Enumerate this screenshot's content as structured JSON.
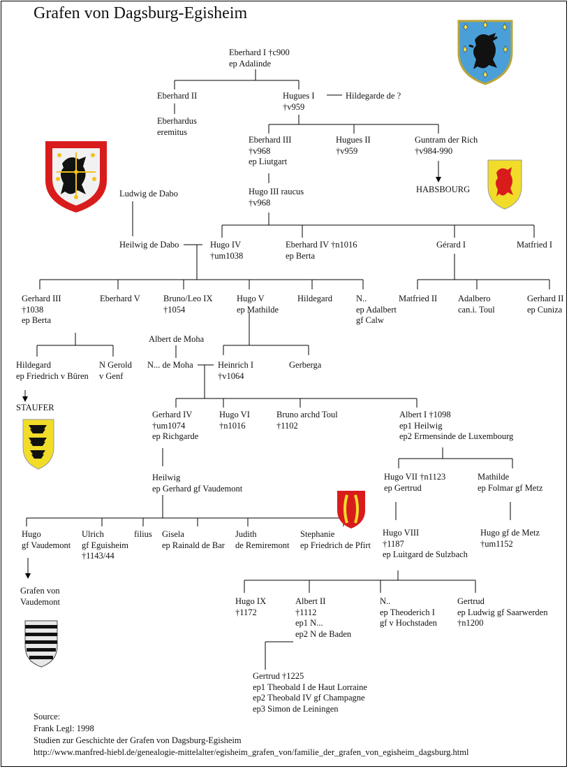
{
  "title": "Grafen von Dagsburg-Egisheim",
  "persons": {
    "eberhard1": [
      "Eberhard I †c900",
      "ep Adalinde"
    ],
    "eberhard2": [
      "Eberhard II"
    ],
    "eberhardus": [
      "Eberhardus",
      "eremitus"
    ],
    "hugues1": [
      "Hugues I",
      "†v959"
    ],
    "hildegarde": [
      "Hildegarde de ?"
    ],
    "eberhard3": [
      "Eberhard III",
      "†v968",
      "ep Liutgart"
    ],
    "hugues2": [
      "Hugues II",
      "†v959"
    ],
    "guntram": [
      "Guntram der Rich",
      "†v984-990"
    ],
    "habsbourg": [
      "HABSBOURG"
    ],
    "hugo3": [
      "Hugo III raucus",
      "†v968"
    ],
    "ludwig": [
      "Ludwig de Dabo"
    ],
    "heilwig_dabo": [
      "Heilwig de Dabo"
    ],
    "hugo4": [
      "Hugo IV",
      "†um1038"
    ],
    "eberhard4": [
      "Eberhard IV †n1016",
      "ep Berta"
    ],
    "gerard1": [
      "Gérard I"
    ],
    "matfried1": [
      "Matfried I"
    ],
    "gerhard3": [
      "Gerhard III",
      "†1038",
      "ep Berta"
    ],
    "eberhard5": [
      "Eberhard V"
    ],
    "bruno": [
      "Bruno/Leo IX",
      "†1054"
    ],
    "hugo5": [
      "Hugo V",
      "ep Mathilde"
    ],
    "hildegard": [
      "Hildegard"
    ],
    "n_adalbert": [
      "N..",
      "ep Adalbert",
      "gf Calw"
    ],
    "matfried2": [
      "Matfried II"
    ],
    "adalbero": [
      "Adalbero",
      "can.i. Toul"
    ],
    "gerhard2": [
      "Gerhard II",
      "ep Cuniza"
    ],
    "albert_moha": [
      "Albert de Moha"
    ],
    "n_moha": [
      "N... de Moha"
    ],
    "heinrich1": [
      "Heinrich I",
      "†v1064"
    ],
    "gerberga": [
      "Gerberga"
    ],
    "hildegard_buren": [
      "Hildegard",
      "ep Friedrich v Büren"
    ],
    "n_gerold": [
      "N Gerold",
      "v Genf"
    ],
    "staufer": [
      "STAUFER"
    ],
    "gerhard4": [
      "Gerhard IV",
      "†um1074",
      "ep Richgarde"
    ],
    "hugo6": [
      "Hugo VI",
      "†n1016"
    ],
    "bruno_archd": [
      "Bruno archd Toul",
      "†1102"
    ],
    "albert1": [
      "Albert I †1098",
      "ep1 Heilwig",
      "ep2 Ermensinde de Luxembourg"
    ],
    "heilwig": [
      "Heilwig",
      "ep Gerhard gf Vaudemont"
    ],
    "hugo7": [
      "Hugo VII †n1123",
      "ep Gertrud"
    ],
    "mathilde": [
      "Mathilde",
      "ep Folmar gf Metz"
    ],
    "hugo_vaud": [
      "Hugo",
      "gf Vaudemont"
    ],
    "ulrich": [
      "Ulrich",
      "gf Eguisheim",
      "†1143/44"
    ],
    "filius": [
      "filius"
    ],
    "gisela": [
      "Gisela",
      "ep Rainald de Bar"
    ],
    "judith": [
      "Judith",
      "de Remiremont"
    ],
    "stephanie": [
      "Stephanie",
      "ep Friedrich de Pfirt"
    ],
    "hugo8": [
      "Hugo VIII",
      "†1187",
      "ep Luitgard de Sulzbach"
    ],
    "hugo_metz": [
      "Hugo gf de Metz",
      "†um1152"
    ],
    "grafen_vaud": [
      "Grafen von",
      "Vaudemont"
    ],
    "hugo9": [
      "Hugo IX",
      "†1172"
    ],
    "albert2": [
      "Albert II",
      "†1112",
      "ep1 N...",
      "ep2 N de Baden"
    ],
    "n_theoderich": [
      "N..",
      "ep Theoderich I",
      "gf v Hochstaden"
    ],
    "gertrud_saar": [
      "Gertrud",
      "ep Ludwig gf Saarwerden",
      "†n1200"
    ],
    "gertrud": [
      "Gertrud †1225",
      "ep1 Theobald I de Haut Lorraine",
      "ep2 Theobald IV gf Champagne",
      "ep3 Simon de Leiningen"
    ]
  },
  "source": [
    "Source:",
    "Frank Legl: 1998",
    "Studien zur Geschichte der Grafen von Dagsburg-Egisheim",
    "http://www.manfred-hiebl.de/genealogie-mittelalter/egisheim_grafen_von/familie_der_grafen_von_egisheim_dagsburg.html"
  ],
  "colors": {
    "line": "#000000",
    "shield_blue": "#4a9fd9",
    "shield_red": "#d81c1c",
    "shield_yellow": "#f2dc2a"
  }
}
